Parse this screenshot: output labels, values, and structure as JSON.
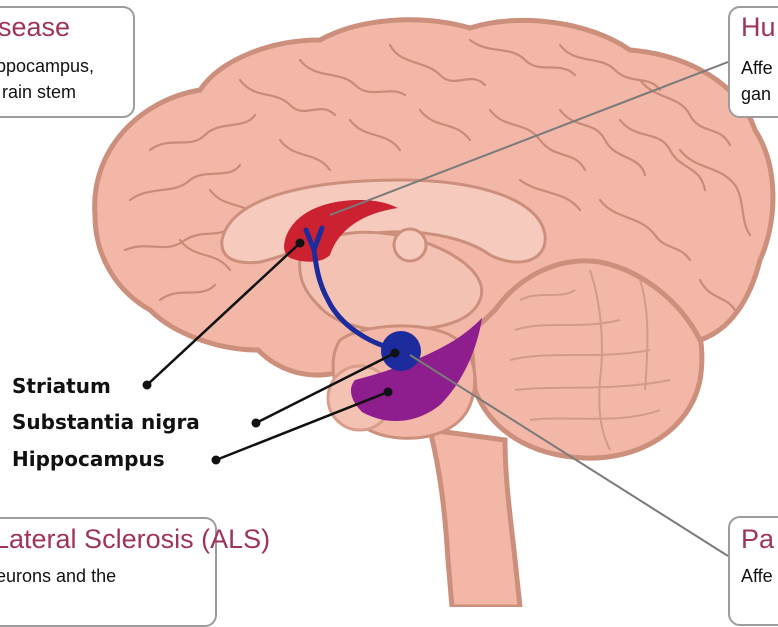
{
  "callouts": {
    "alzheimers": {
      "title": "sease",
      "body": [
        "ppocampus,",
        "rain stem"
      ]
    },
    "huntingtons": {
      "title": "Hu",
      "body": [
        "Affe",
        "gan"
      ]
    },
    "als": {
      "title": "Lateral Sclerosis (ALS)",
      "body": [
        "eurons and the"
      ]
    },
    "parkinsons": {
      "title": "Pa",
      "body": [
        "Affe"
      ]
    }
  },
  "labels": {
    "striatum": "Striatum",
    "substantia_nigra": "Substantia nigra",
    "hippocampus": "Hippocampus"
  },
  "colors": {
    "brain_fill": "#f2b7a6",
    "brain_outline": "#cc8f7c",
    "striatum": "#cc2131",
    "substantia_nigra": "#1c2c9c",
    "hippocampus": "#8e1d8e",
    "callout_title": "#9e3556"
  }
}
